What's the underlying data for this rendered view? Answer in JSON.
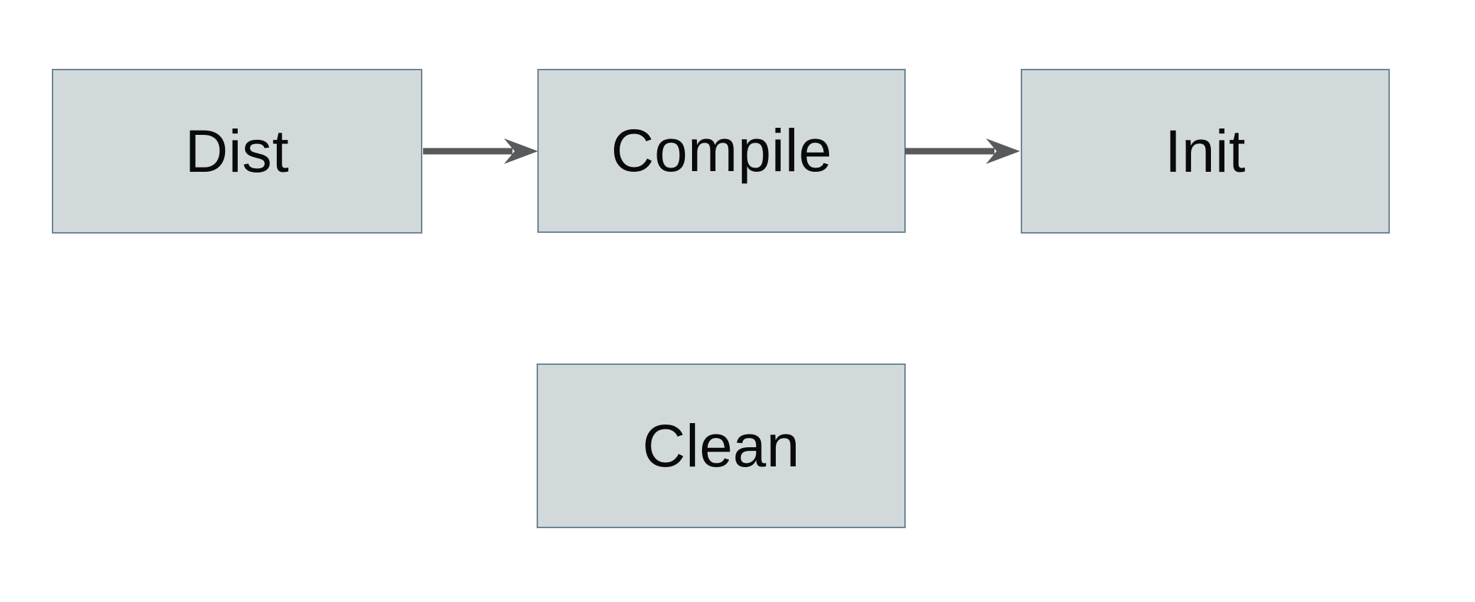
{
  "diagram": {
    "type": "flowchart",
    "background_color": "#ffffff",
    "node_fill_color": "#d2d9db",
    "node_border_color": "#6b8493",
    "arrow_color": "#595a5c",
    "text_color": "#0a0a0a",
    "nodes": [
      {
        "id": "dist",
        "label": "Dist"
      },
      {
        "id": "compile",
        "label": "Compile"
      },
      {
        "id": "init",
        "label": "Init"
      },
      {
        "id": "clean",
        "label": "Clean"
      }
    ],
    "edges": [
      {
        "from": "Dist",
        "to": "Compile",
        "direction": "right"
      },
      {
        "from": "Compile",
        "to": "Init",
        "direction": "right"
      }
    ]
  }
}
